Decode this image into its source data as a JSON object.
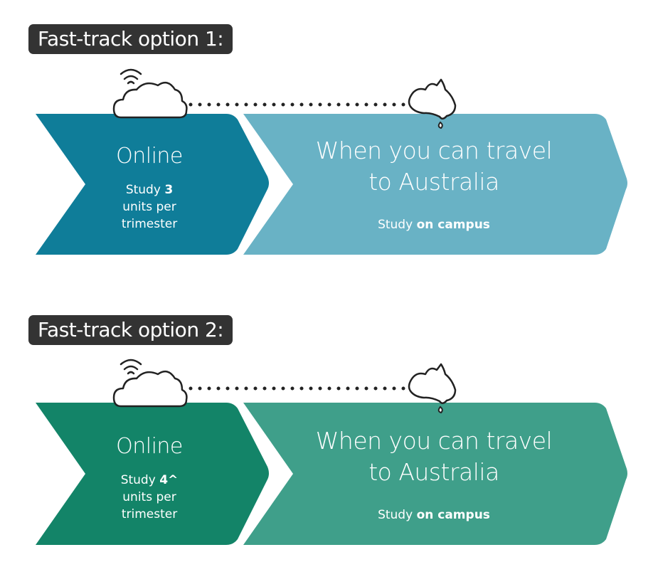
{
  "colors": {
    "badge_bg": "#333333",
    "option1_online": "#0f7d99",
    "option1_travel": "#69b2c5",
    "option2_online": "#138468",
    "option2_travel": "#3f9f8a",
    "icon_stroke": "#222222"
  },
  "icons": [
    "wifi-icon",
    "cloud-icon",
    "dotted-path",
    "australia-map-icon"
  ],
  "options": [
    {
      "title": "Fast-track option 1:",
      "online": {
        "title": "Online",
        "study_word": "Study",
        "units": "3",
        "units_line2": "units per",
        "units_line3": "trimester"
      },
      "travel": {
        "title_line1": "When you can travel",
        "title_line2": "to Australia",
        "study_word": "Study",
        "study_location": "on campus"
      }
    },
    {
      "title": "Fast-track option 2:",
      "online": {
        "title": "Online",
        "study_word": "Study",
        "units": "4^",
        "units_line2": "units per",
        "units_line3": "trimester"
      },
      "travel": {
        "title_line1": "When you can travel",
        "title_line2": "to Australia",
        "study_word": "Study",
        "study_location": "on campus"
      }
    }
  ]
}
